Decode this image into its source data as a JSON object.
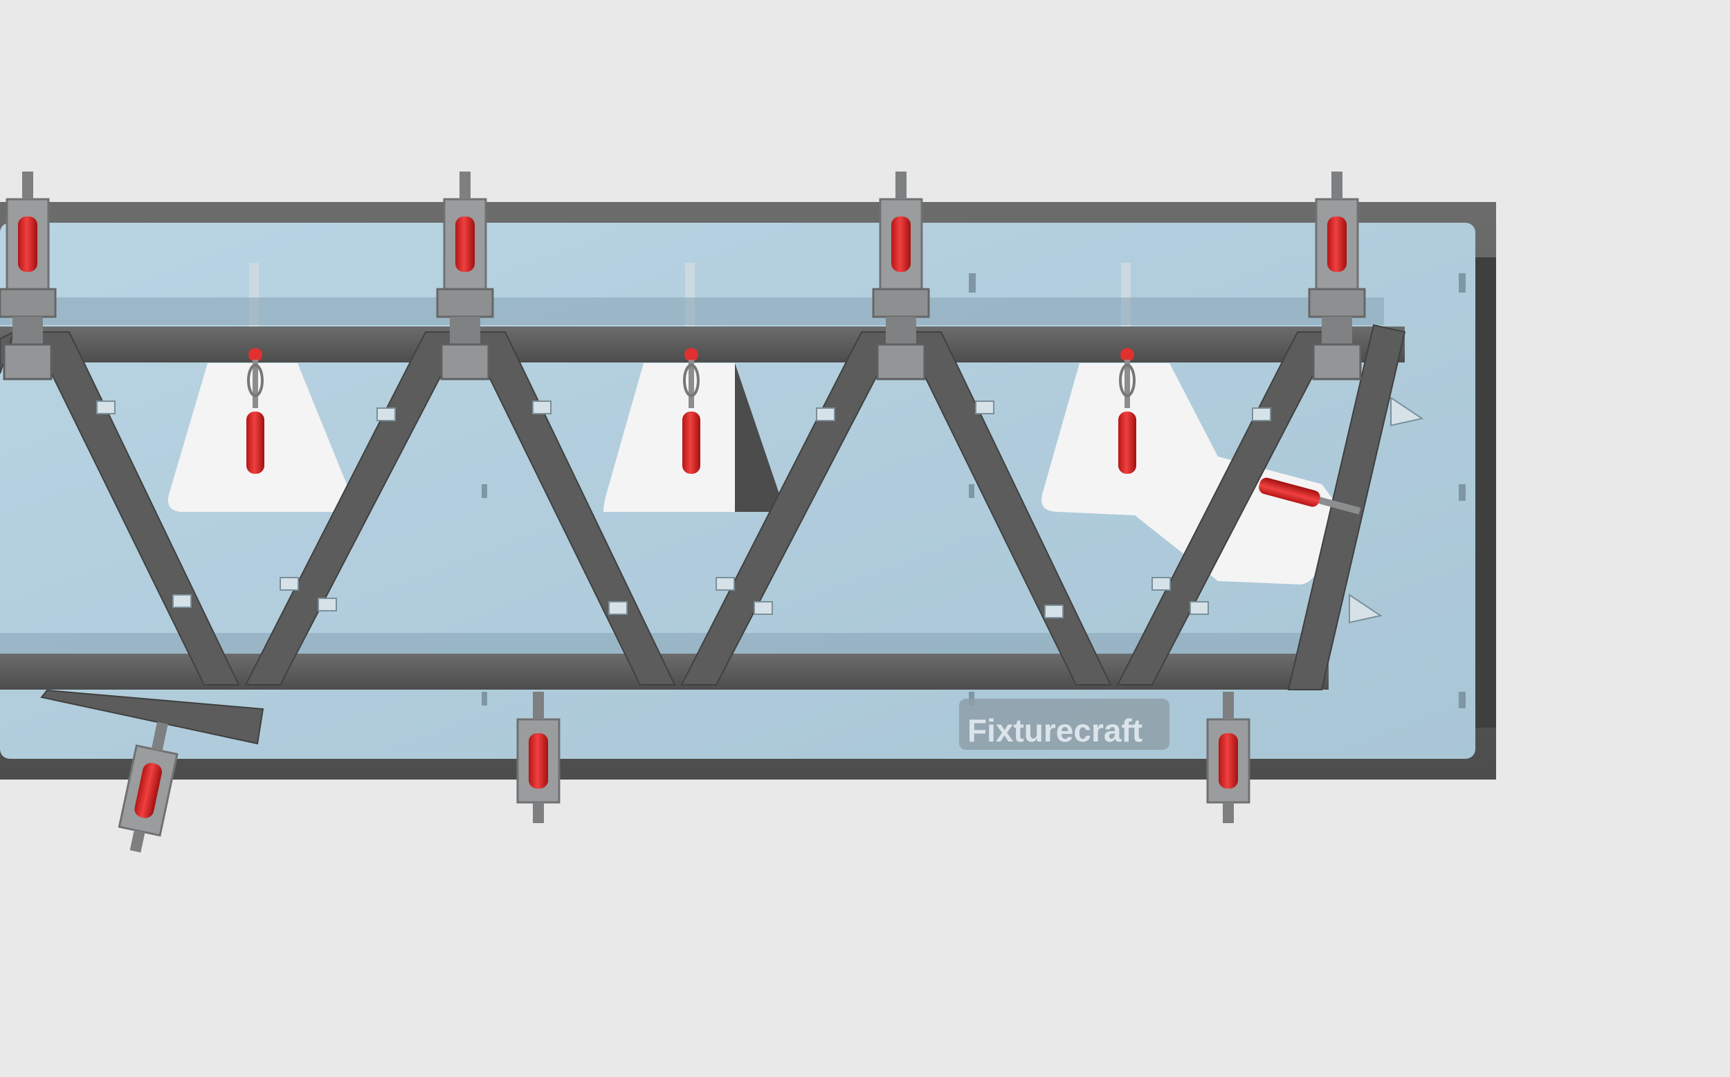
{
  "brand": {
    "name": "Fixturecraft"
  },
  "colors": {
    "background": "#e9e9e9",
    "frame_steel": "#5a5b5a",
    "table_plate": "#b5d0df",
    "truss_steel": "#5b5c5b",
    "clamp_handle": "#e12a2a",
    "cutout": "#f4f4f4"
  },
  "fixture": {
    "top_clamp_count": 4,
    "bottom_clamp_count": 3,
    "inner_clamp_count": 4,
    "truss_bay_count": 3
  }
}
